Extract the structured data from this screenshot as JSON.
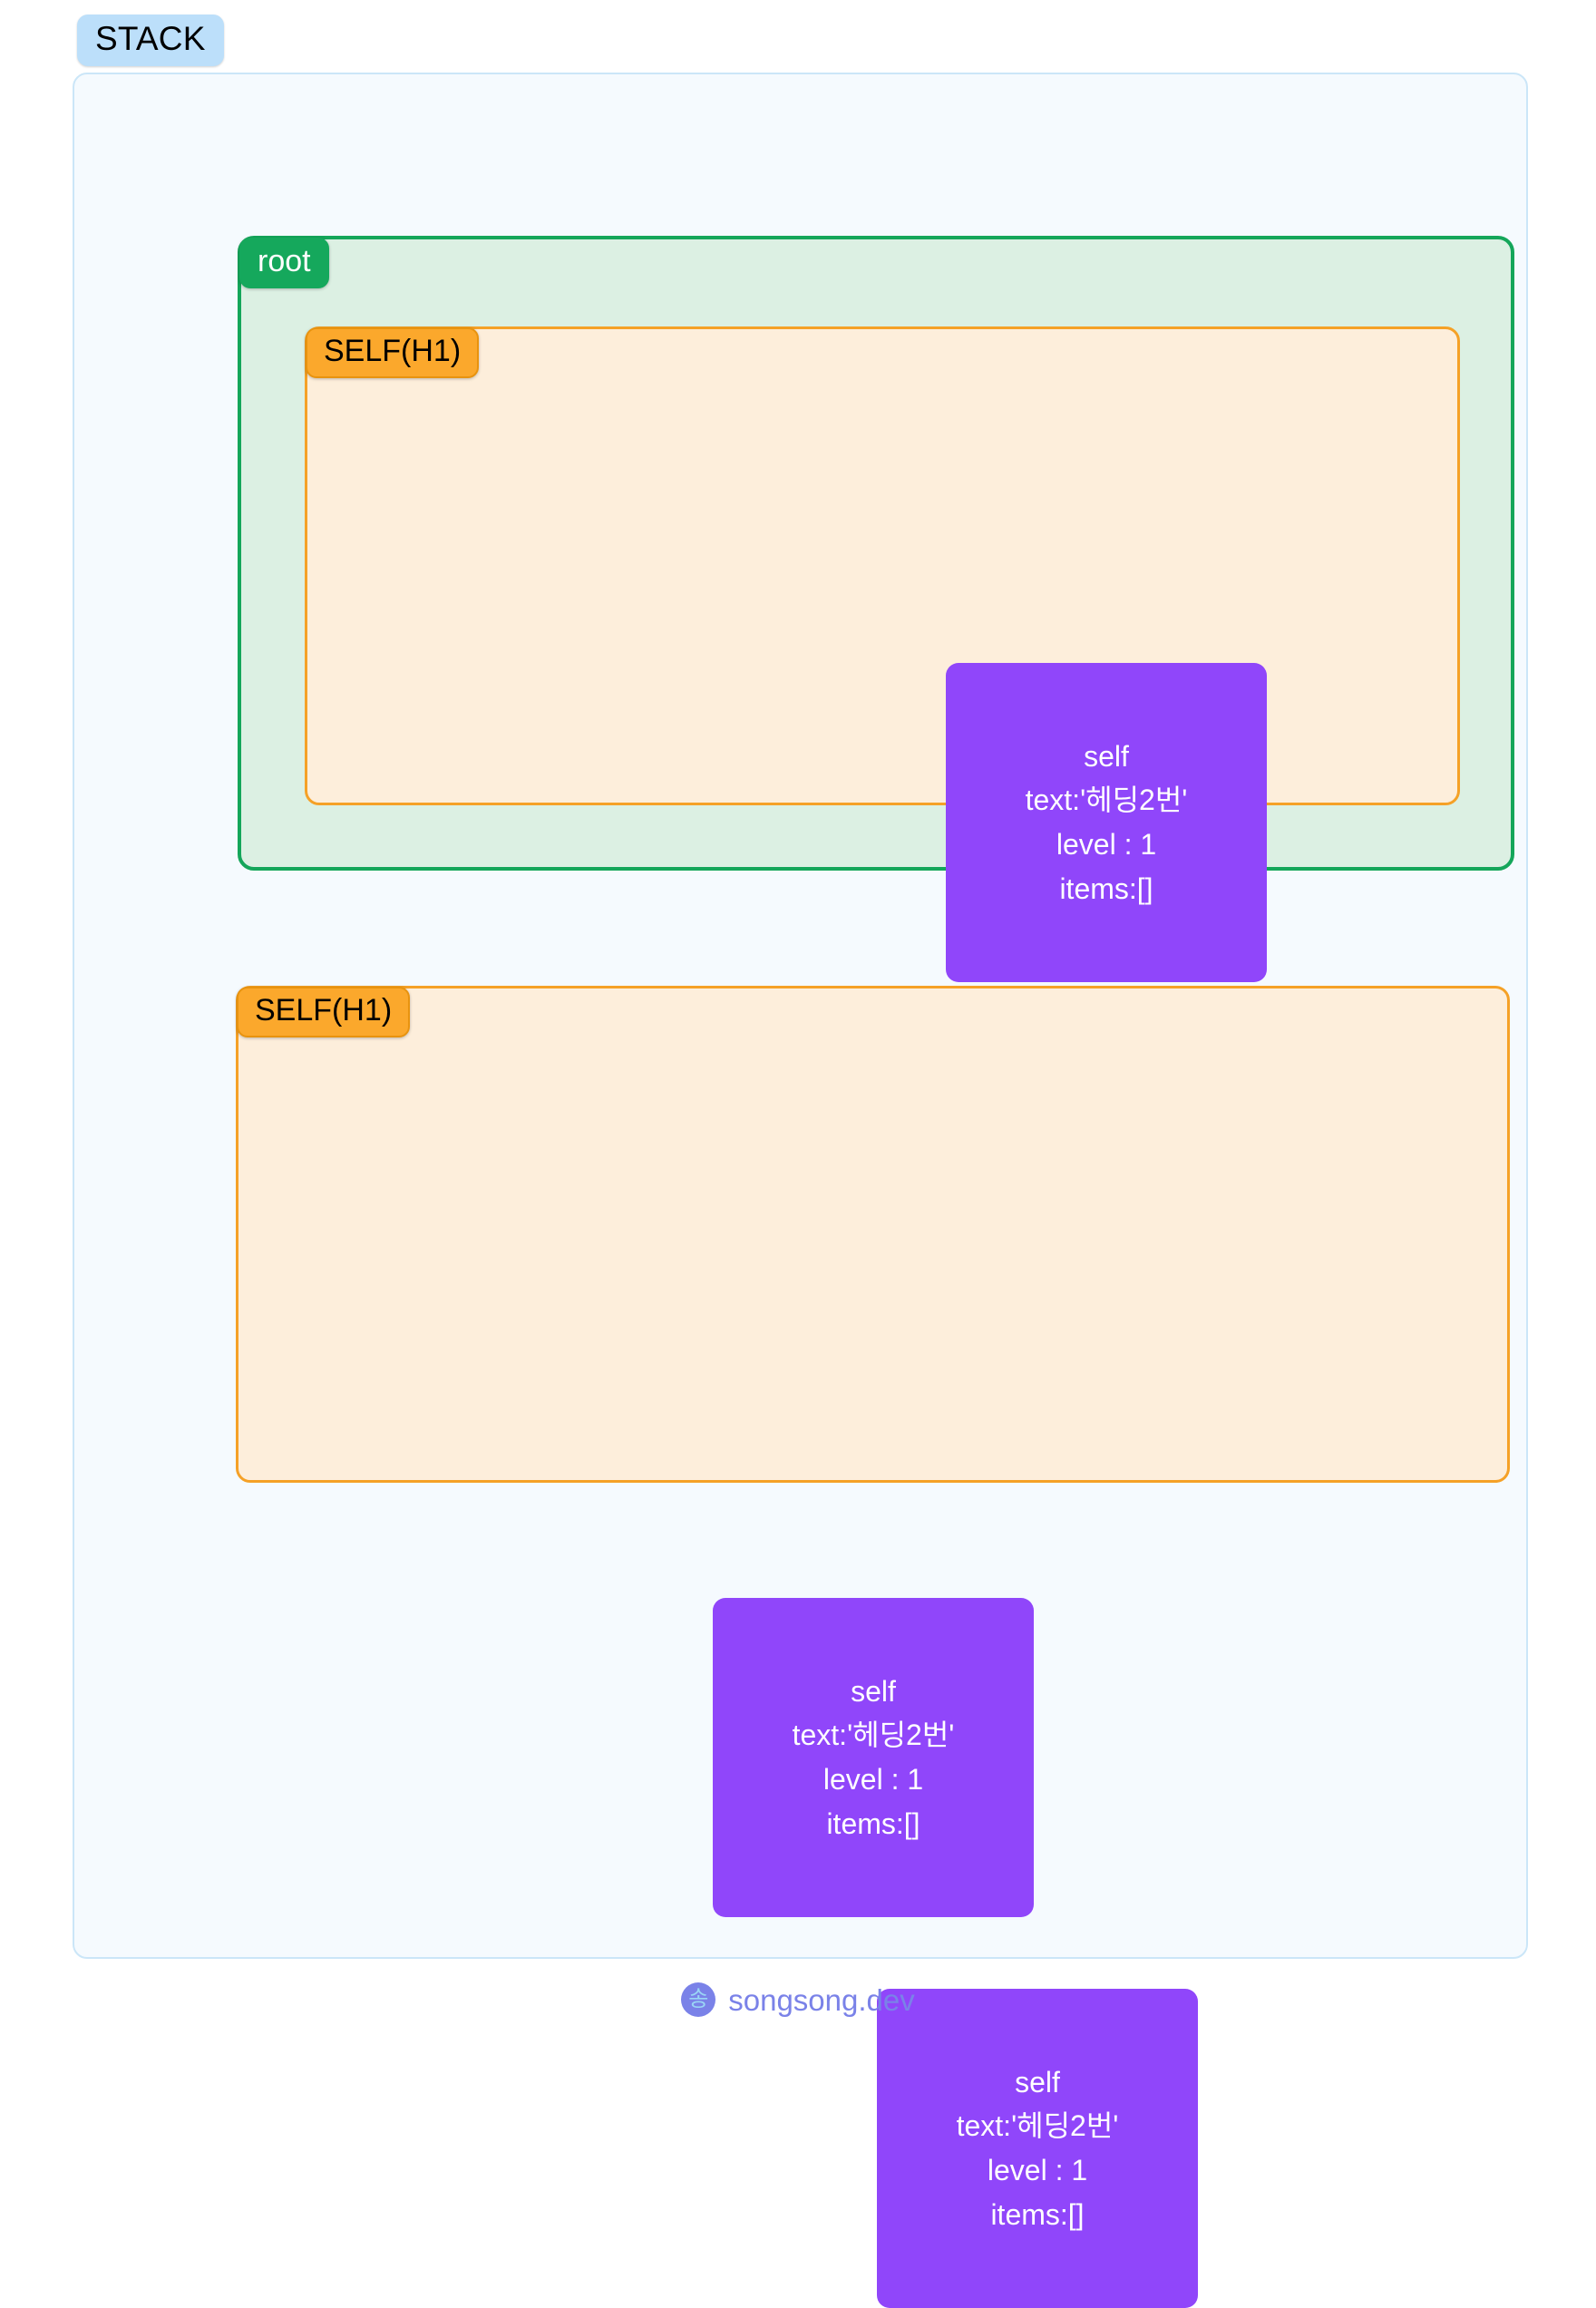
{
  "stack": {
    "badge_label": "STACK",
    "badge_bg": "#bcdffa",
    "frame_bg": "#f5fafe",
    "frame_border": "#cbe6f8"
  },
  "frames": {
    "root": {
      "label": "root",
      "border_color": "#14a65a",
      "fill_color": "#dcf0e3"
    },
    "self_h1_nested": {
      "label": "SELF(H1)",
      "border_color": "#f5a127",
      "fill_color": "#fdeedb"
    },
    "self_h1_standalone": {
      "label": "SELF(H1)",
      "border_color": "#f5a127",
      "fill_color": "#fdeedb"
    }
  },
  "self_cards": [
    {
      "title": "self",
      "text_line": "text:'헤딩2번'",
      "level_line": "level : 1",
      "items_line": "items:[]",
      "bg": "#9046fa"
    },
    {
      "title": "self",
      "text_line": "text:'헤딩2번'",
      "level_line": "level : 1",
      "items_line": "items:[]",
      "bg": "#9046fa"
    },
    {
      "title": "self",
      "text_line": "text:'헤딩2번'",
      "level_line": "level : 1",
      "items_line": "items:[]",
      "bg": "#9046fa"
    }
  ],
  "footer": {
    "logo_glyph": "송",
    "site_name": "songsong.dev",
    "accent": "#7a82e8"
  }
}
